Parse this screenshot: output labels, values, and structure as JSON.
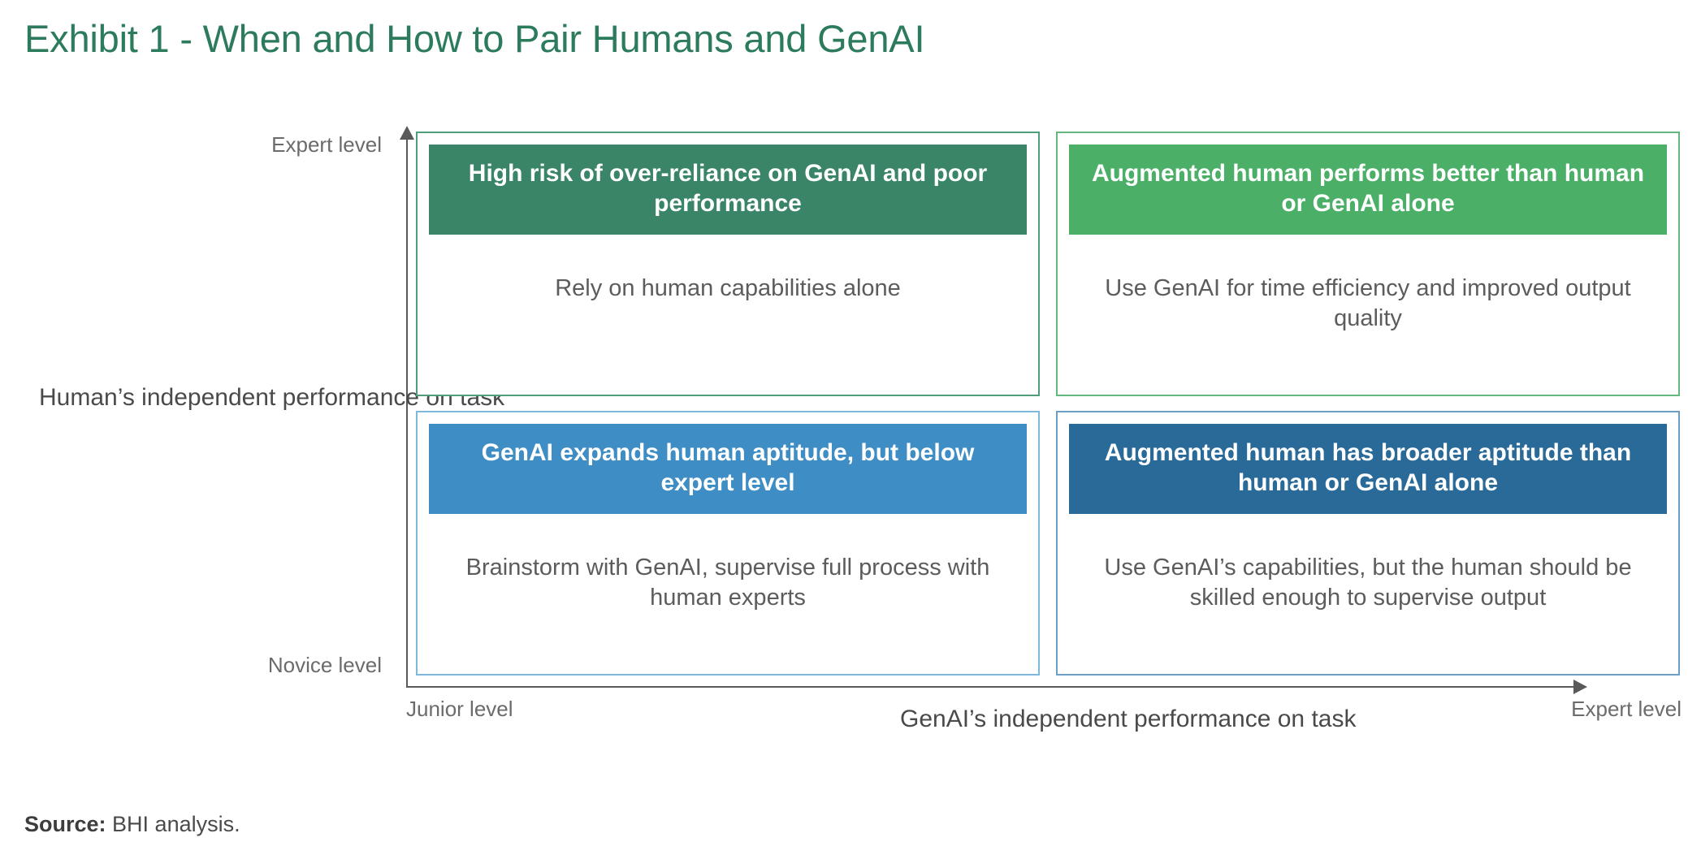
{
  "title": "Exhibit 1 - When and How to Pair Humans and GenAI",
  "axes": {
    "y_title": "Human’s independent performance on task",
    "x_title": "GenAI’s independent performance on task",
    "y_top_label": "Expert level",
    "y_bottom_label": "Novice level",
    "x_left_label": "Junior level",
    "x_right_label": "Expert level",
    "y_arrow_icon": "arrow-up-icon",
    "x_arrow_icon": "arrow-right-icon"
  },
  "quadrants": [
    {
      "position": "top-left",
      "header": "High risk of over-reliance on GenAI and poor performance",
      "body": "Rely on human capabilities alone",
      "header_color": "#3A8467",
      "border_color": "#4E9E7C"
    },
    {
      "position": "top-right",
      "header": "Augmented human performs better than human or GenAI alone",
      "body": "Use GenAI for time efficiency and improved output quality",
      "header_color": "#4CAF68",
      "border_color": "#63B97D"
    },
    {
      "position": "bottom-left",
      "header": "GenAI expands human aptitude, but below expert level",
      "body": "Brainstorm with GenAI, supervise full process with human experts",
      "header_color": "#3E8DC4",
      "border_color": "#7FB8DE"
    },
    {
      "position": "bottom-right",
      "header": "Augmented human has broader aptitude than human or GenAI alone",
      "body": "Use GenAI’s capabilities, but the human should be skilled enough to supervise output",
      "header_color": "#2A6A99",
      "border_color": "#6C9FC4"
    }
  ],
  "source": {
    "label": "Source:",
    "text": "BHI analysis."
  },
  "colors": {
    "title_green": "#2C7B5D",
    "body_text_gray": "#5c5c5c",
    "axis_gray": "#5a5a5a",
    "tick_gray": "#6b6b6b"
  },
  "chart_data": {
    "type": "table",
    "title": "Exhibit 1 - When and How to Pair Humans and GenAI",
    "xlabel": "GenAI’s independent performance on task",
    "ylabel": "Human’s independent performance on task",
    "x_axis_ticks": [
      "Junior level",
      "Expert level"
    ],
    "y_axis_ticks": [
      "Novice level",
      "Expert level"
    ],
    "grid": false,
    "legend": "none",
    "cells": [
      {
        "x": "Junior level",
        "y": "Expert level",
        "title": "High risk of over-reliance on GenAI and poor performance",
        "recommendation": "Rely on human capabilities alone",
        "color": "#3A8467"
      },
      {
        "x": "Expert level",
        "y": "Expert level",
        "title": "Augmented human performs better than human or GenAI alone",
        "recommendation": "Use GenAI for time efficiency and improved output quality",
        "color": "#4CAF68"
      },
      {
        "x": "Junior level",
        "y": "Novice level",
        "title": "GenAI expands human aptitude, but below expert level",
        "recommendation": "Brainstorm with GenAI, supervise full process with human experts",
        "color": "#3E8DC4"
      },
      {
        "x": "Expert level",
        "y": "Novice level",
        "title": "Augmented human has broader aptitude than human or GenAI alone",
        "recommendation": "Use GenAI’s capabilities, but the human should be skilled enough to supervise output",
        "color": "#2A6A99"
      }
    ]
  }
}
